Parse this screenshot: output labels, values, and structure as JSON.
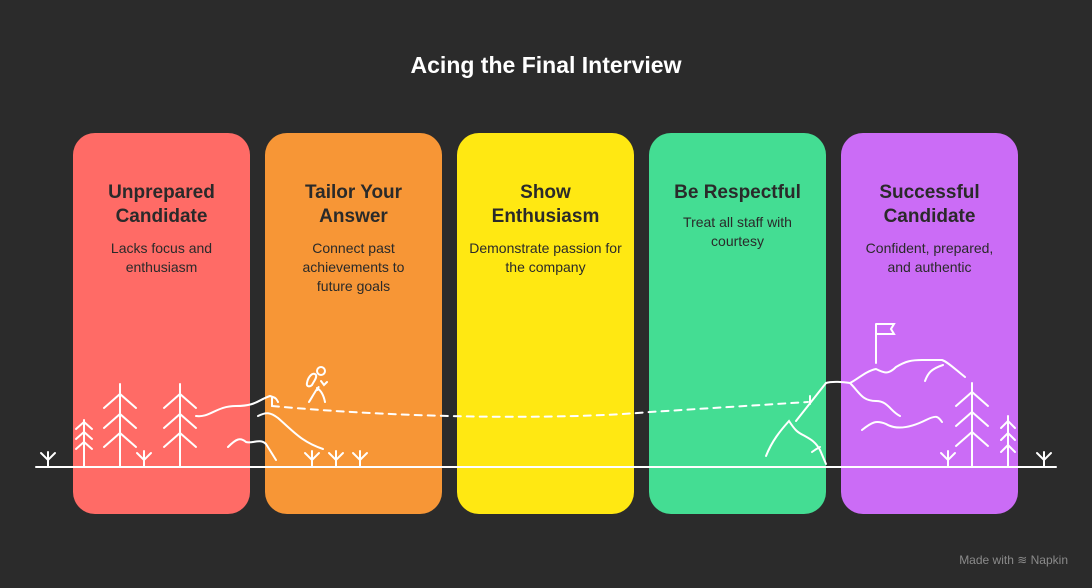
{
  "title": "Acing the Final Interview",
  "stages": [
    {
      "title": "Unprepared Candidate",
      "description": "Lacks focus and enthusiasm",
      "color": "#ff6b66"
    },
    {
      "title": "Tailor Your Answer",
      "description": "Connect past achievements to future goals",
      "color": "#f79636"
    },
    {
      "title": "Show Enthusiasm",
      "description": "Demonstrate passion for the company",
      "color": "#ffe812"
    },
    {
      "title": "Be Respectful",
      "description": "Treat all staff with courtesy",
      "color": "#44dd93"
    },
    {
      "title": "Successful Candidate",
      "description": "Confident, prepared, and authentic",
      "color": "#cb6cf6"
    }
  ],
  "footer": {
    "made_with": "Made with",
    "brand": "Napkin"
  }
}
